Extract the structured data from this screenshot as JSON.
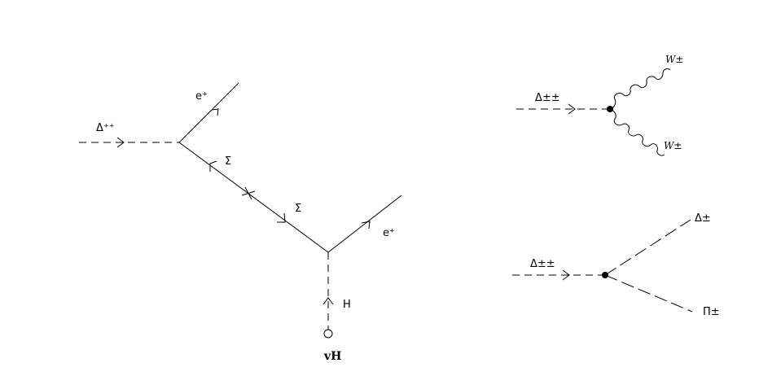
{
  "diagram_left": {
    "labels": {
      "incoming": "Δ⁺⁺",
      "e_top": "e⁺",
      "sigma_bar": "Σ̄",
      "sigma": "Σ",
      "e_right": "e⁺",
      "higgs": "H",
      "vev": "vH"
    }
  },
  "diagram_top_right": {
    "labels": {
      "incoming": "Δ±±",
      "w_top": "W±",
      "w_bottom": "W±"
    }
  },
  "diagram_bottom_right": {
    "labels": {
      "incoming": "Δ±±",
      "out_top": "Δ±",
      "out_bottom": "Π±"
    }
  }
}
